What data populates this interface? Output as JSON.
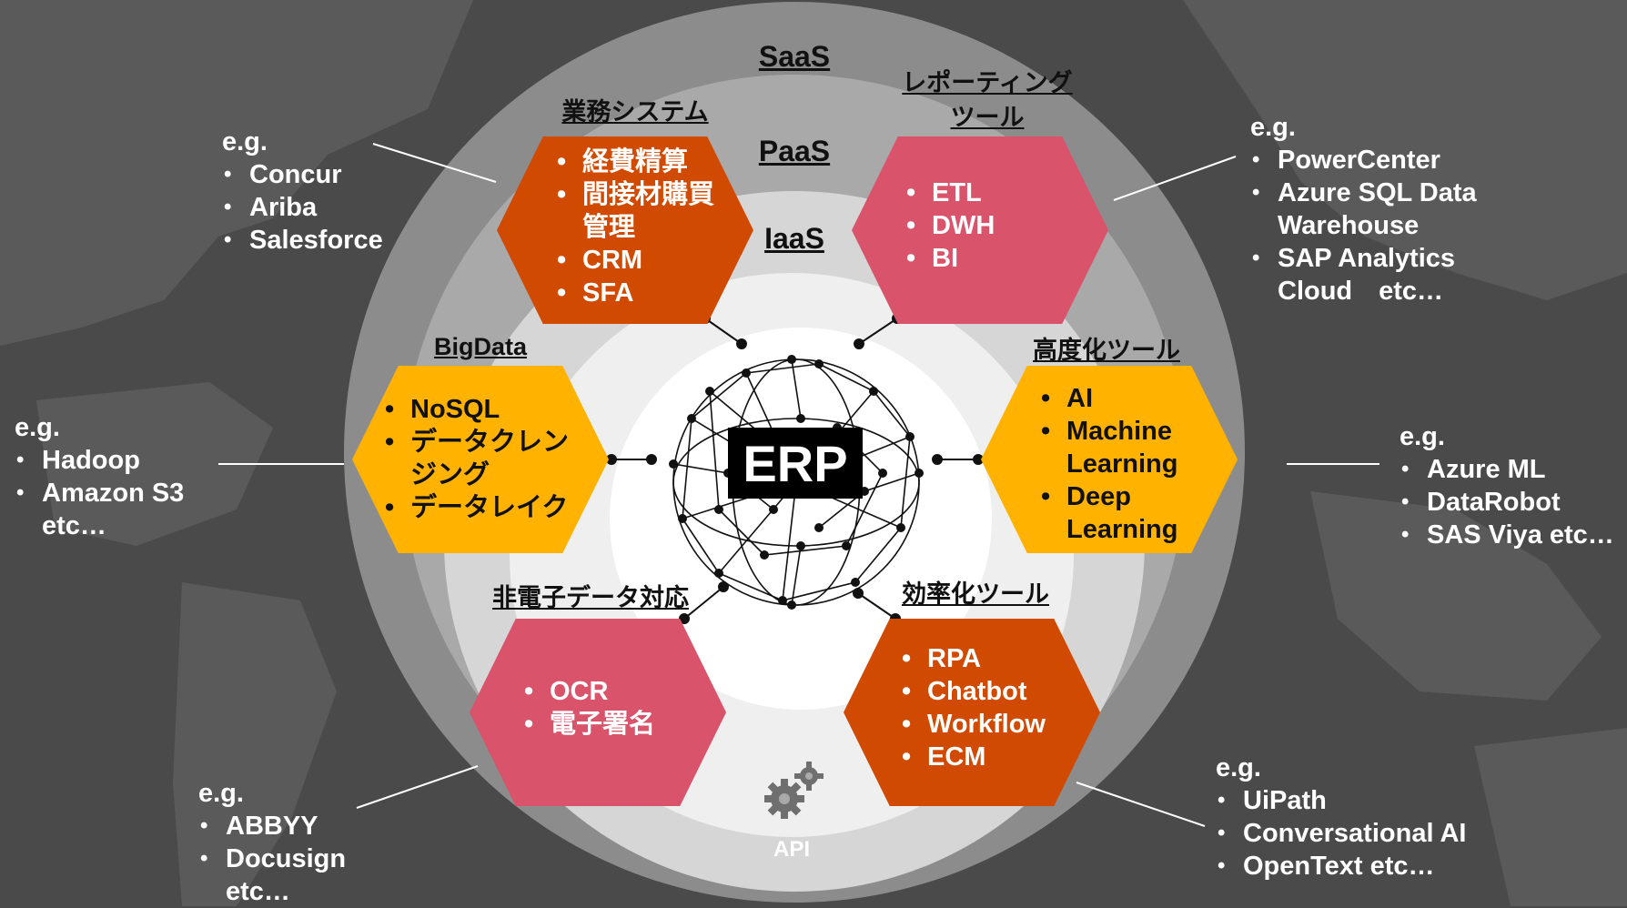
{
  "layers": {
    "saas": "SaaS",
    "paas": "PaaS",
    "iaas": "IaaS",
    "center": "ERP",
    "api": "API"
  },
  "categories": [
    {
      "title": "業務システム",
      "items": [
        "経費精算",
        "間接材購買管理",
        "CRM",
        "SFA"
      ],
      "examples_heading": "e.g.",
      "examples": [
        "Concur",
        "Ariba",
        "Salesforce"
      ]
    },
    {
      "title_line1": "レポーティング",
      "title_line2": "ツール",
      "items": [
        "ETL",
        "DWH",
        "BI"
      ],
      "examples_heading": "e.g.",
      "examples": [
        "PowerCenter",
        "Azure SQL Data Warehouse",
        "SAP Analytics Cloud　etc…"
      ]
    },
    {
      "title": "BigData",
      "items": [
        "NoSQL",
        "データクレンジング",
        "データレイク"
      ],
      "examples_heading": "e.g.",
      "examples": [
        "Hadoop",
        "Amazon S3 etc…"
      ]
    },
    {
      "title": "高度化ツール",
      "items": [
        "AI",
        "Machine Learning",
        "Deep Learning"
      ],
      "examples_heading": "e.g.",
      "examples": [
        "Azure ML",
        "DataRobot",
        "SAS Viya etc…"
      ]
    },
    {
      "title": "非電子データ対応",
      "items": [
        "OCR",
        "電子署名"
      ],
      "examples_heading": "e.g.",
      "examples": [
        "ABBYY",
        "Docusign etc…"
      ]
    },
    {
      "title": "効率化ツール",
      "items": [
        "RPA",
        "Chatbot",
        "Workflow",
        "ECM"
      ],
      "examples_heading": "e.g.",
      "examples": [
        "UiPath",
        "Conversational AI",
        "OpenText etc…"
      ]
    }
  ],
  "icons": [
    "gears-icon"
  ],
  "colors": {
    "background": "#4a4a4a",
    "orange": "#d04a02",
    "pink": "#d9536b",
    "yellow": "#ffb300"
  }
}
